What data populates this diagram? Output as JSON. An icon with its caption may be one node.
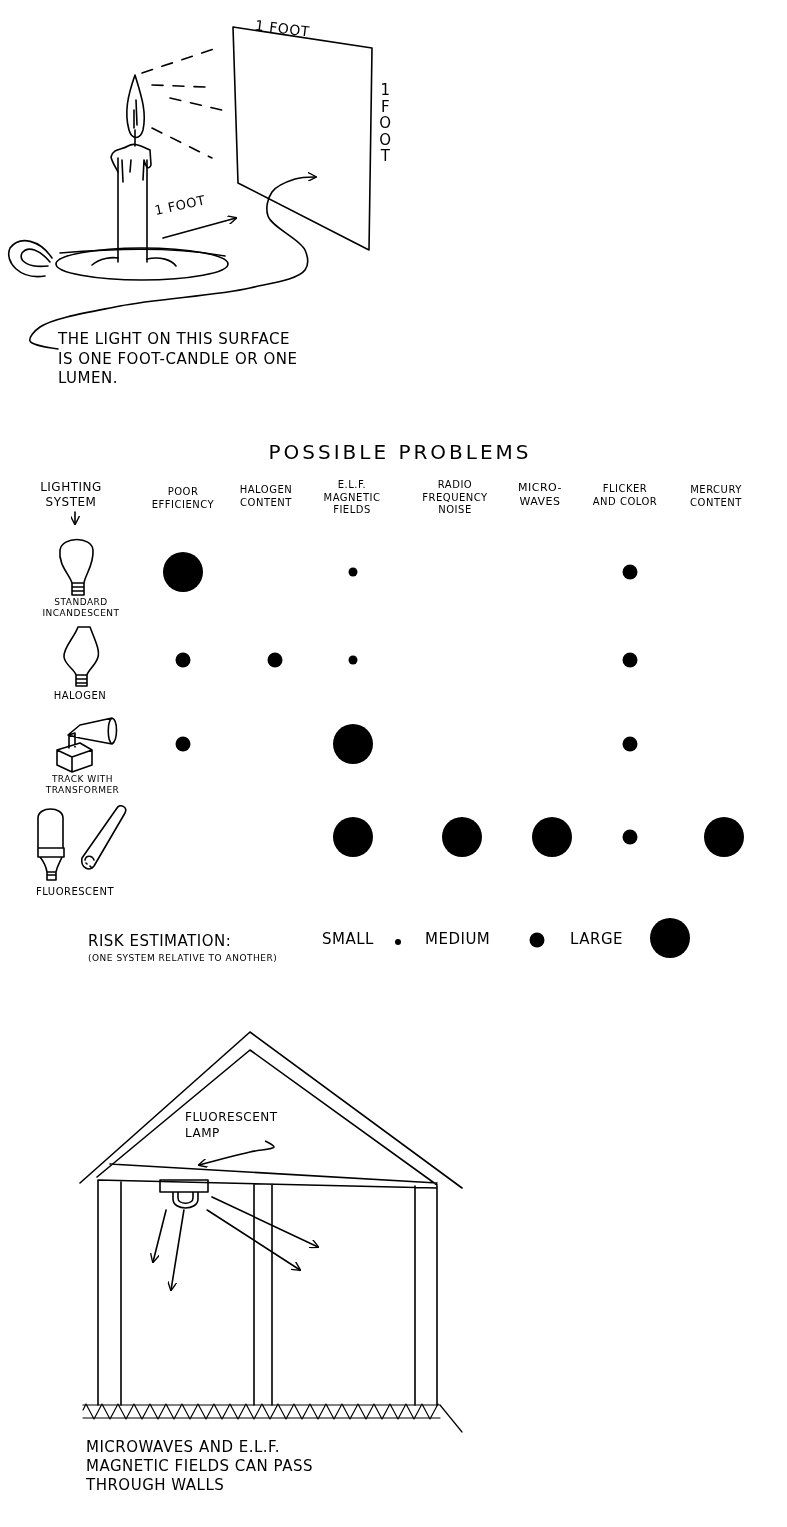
{
  "diagram": {
    "nodes": [
      {
        "text": [
          "THE LIGHT ON THIS SURFACE IS ONE FOOT-CANDLE OR ONE LUMEN."
        ]
      },
      {
        "text": [],
        "shape": "box"
      },
      {
        "text": [
          "FLUORESCENT LAMP"
        ]
      },
      {
        "text": [],
        "shape": "picture"
      }
    ],
    "edges": [
      {
        "from": 0,
        "to": 1,
        "arrow": "to"
      },
      {
        "from": 2,
        "to": 3,
        "arrow": "to"
      },
      {
        "from": 3,
        "to": null,
        "arrow": "to"
      },
      {
        "from": 3,
        "to": null,
        "arrow": "to"
      },
      {
        "from": 3,
        "to": null,
        "arrow": "to"
      },
      {
        "from": 3,
        "to": null,
        "arrow": "to"
      }
    ],
    "labels": [
      "1 FOOT",
      "1 FOOT",
      "1 FOOT",
      "POSSIBLE PROBLEMS",
      "LIGHTING SYSTEM",
      "POOR EFFICIENCY",
      "HALOGEN CONTENT",
      "E.L.F. MAGNETIC FIELDS",
      "RADIO FREQUENCY NOISE",
      "MICRO-WAVES",
      "FLICKER AND COLOR",
      "MERCURY CONTENT",
      "STANDARD INCANDESCENT",
      "HALOGEN",
      "TRACK WITH TRANSFORMER",
      "FLUORESCENT",
      "RISK ESTIMATION:",
      "(ONE SYSTEM RELATIVE TO ANOTHER)",
      "MICROWAVES AND E.L.F. MAGNETIC FIELDS CAN PASS THROUGH WALLS"
    ],
    "legend": [
      {
        "text": "SMALL"
      },
      {
        "text": "MEDIUM"
      },
      {
        "text": "LARGE"
      }
    ]
  }
}
